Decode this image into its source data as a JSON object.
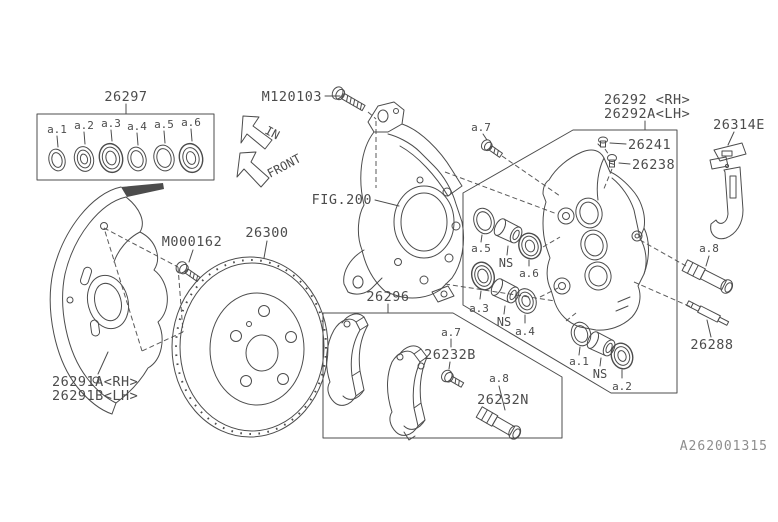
{
  "figure": {
    "fig_ref": "FIG.200",
    "drawing_number": "A262001315",
    "arrow_in": "IN",
    "arrow_front": "FRONT"
  },
  "seal_kit": {
    "part": "26297",
    "refs": [
      "a.1",
      "a.2",
      "a.3",
      "a.4",
      "a.5",
      "a.6"
    ]
  },
  "bolts": {
    "knuckle_bolt": "M120103",
    "shield_bolt": "M000162"
  },
  "rotor": {
    "part": "26300"
  },
  "shield": {
    "part_rh": "26291A<RH>",
    "part_lh": "26291B<LH>"
  },
  "caliper": {
    "part_rh": "26292 <RH>",
    "part_lh": "26292A<LH>",
    "bleeder_cap": "26241",
    "bleeder": "26238",
    "bolt_ref": "a.7",
    "groups": [
      {
        "seal": "a.5",
        "piston": "NS",
        "boot": "a.6"
      },
      {
        "seal": "a.3",
        "piston": "NS",
        "boot": "a.4"
      },
      {
        "seal": "a.1",
        "piston": "NS",
        "boot": "a.2"
      }
    ]
  },
  "pad_support": {
    "part": "26314E"
  },
  "pads": {
    "part": "26296",
    "bolt_ref": "a.7",
    "bolt_part": "26232B",
    "pin_ref": "a.8",
    "pin_part": "26232N"
  },
  "pins": {
    "upper_ref": "a.8",
    "lower_part": "26288"
  }
}
